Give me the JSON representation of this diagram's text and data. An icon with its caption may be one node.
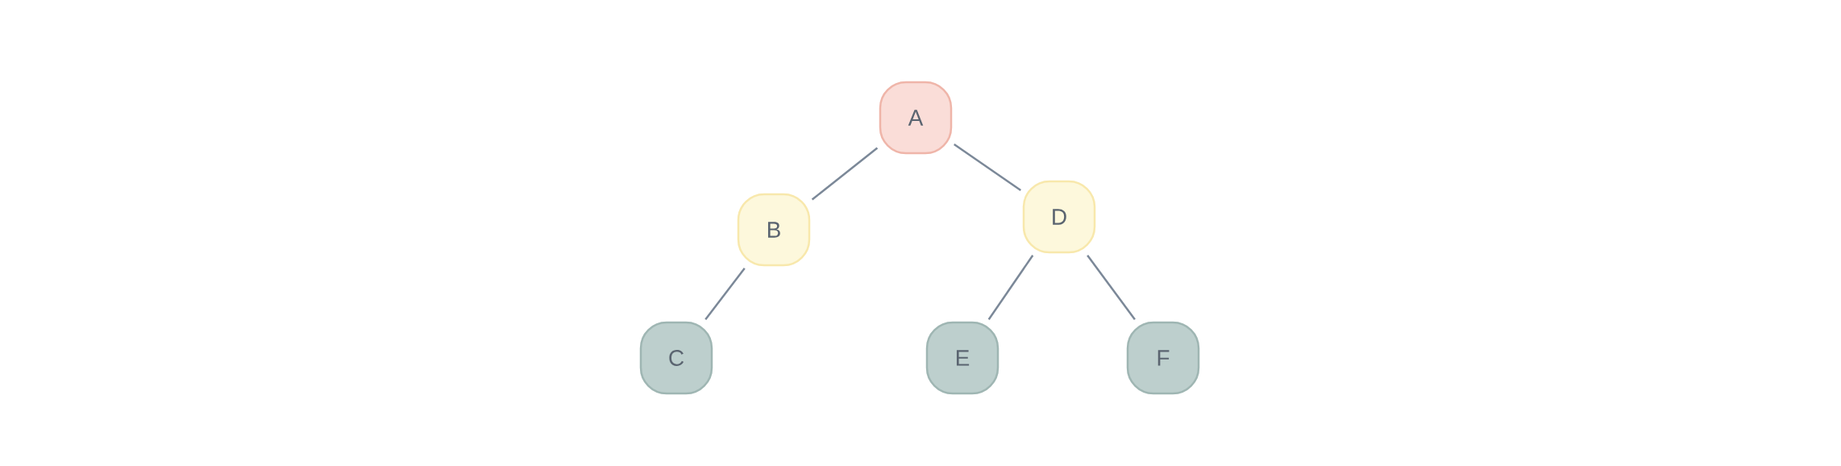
{
  "diagram": {
    "nodes": [
      {
        "text": [
          "A"
        ]
      },
      {
        "text": [
          "B"
        ]
      },
      {
        "text": [
          "C"
        ]
      },
      {
        "text": [
          "D"
        ]
      },
      {
        "text": [
          "E"
        ]
      },
      {
        "text": [
          "F"
        ]
      }
    ],
    "edges": [
      {
        "from": 0,
        "to": 1,
        "arrow": "none"
      },
      {
        "from": 1,
        "to": 2,
        "arrow": "none"
      },
      {
        "from": 0,
        "to": 3,
        "arrow": "none"
      },
      {
        "from": 3,
        "to": 4,
        "arrow": "none"
      },
      {
        "from": 3,
        "to": 5,
        "arrow": "none"
      }
    ]
  }
}
